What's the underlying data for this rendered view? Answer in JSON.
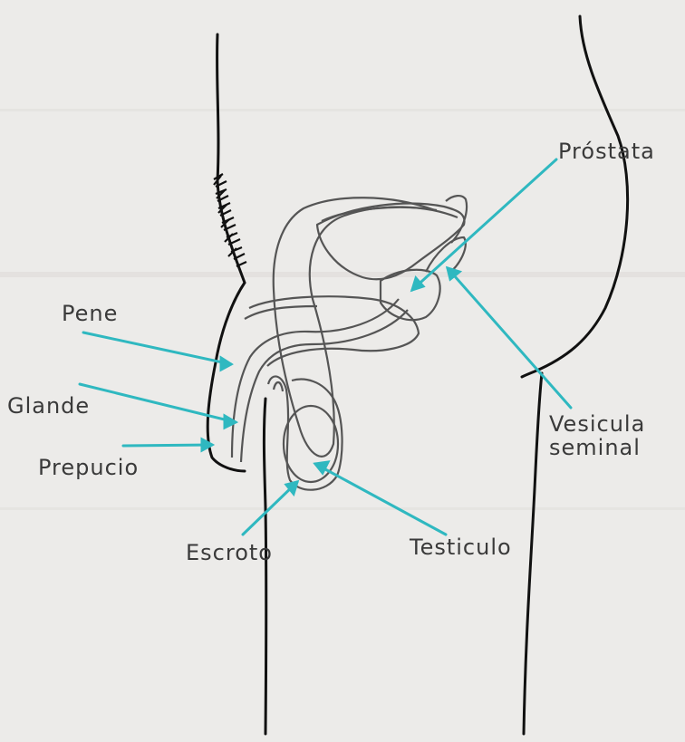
{
  "labels": {
    "pene": "Pene",
    "glande": "Glande",
    "prepucio": "Prepucio",
    "escroto": "Escroto",
    "testiculo": "Testiculo",
    "prostata": "Próstata",
    "vesicula_line1": "Vesicula",
    "vesicula_line2": "seminal"
  },
  "colors": {
    "background": "#ecebe9",
    "outline": "#111111",
    "organ": "#555555",
    "pointer": "#2fb8c0",
    "text": "#3a3a3a"
  }
}
